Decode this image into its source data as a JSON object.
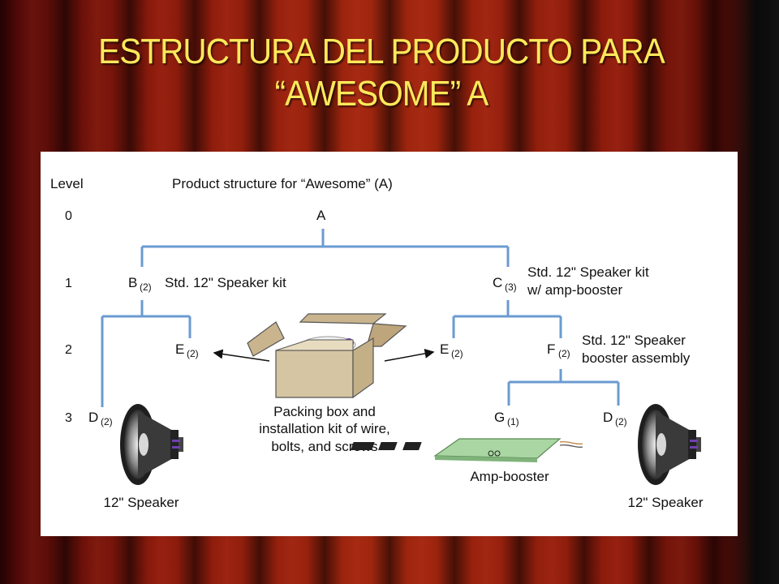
{
  "slide": {
    "title_line1": "ESTRUCTURA DEL PRODUCTO PARA",
    "title_line2": "“AWESOME” A",
    "colors": {
      "title": "#ffe95a",
      "tree_line": "#6b9bd1",
      "background": "#a0260e"
    }
  },
  "diagram": {
    "level_header": "Level",
    "heading": "Product structure for “Awesome” (A)",
    "levels": [
      "0",
      "1",
      "2",
      "3"
    ],
    "root": "A",
    "nodes": {
      "b": {
        "letter": "B",
        "qty": "(2)",
        "desc": "Std. 12\" Speaker kit"
      },
      "c": {
        "letter": "C",
        "qty": "(3)",
        "desc_line1": "Std. 12\" Speaker kit",
        "desc_line2": "w/ amp-booster"
      },
      "e_left": {
        "letter": "E",
        "qty": "(2)"
      },
      "e_right": {
        "letter": "E",
        "qty": "(2)"
      },
      "f": {
        "letter": "F",
        "qty": "(2)",
        "desc_line1": "Std. 12\" Speaker",
        "desc_line2": "booster assembly"
      },
      "d_left": {
        "letter": "D",
        "qty": "(2)"
      },
      "g": {
        "letter": "G",
        "qty": "(1)"
      },
      "d_right": {
        "letter": "D",
        "qty": "(2)"
      }
    },
    "box_caption_line1": "Packing box and",
    "box_caption_line2": "installation kit of wire,",
    "box_caption_line3": "bolts, and screws",
    "amp_caption": "Amp-booster",
    "speaker_caption_left": "12\" Speaker",
    "speaker_caption_right": "12\" Speaker",
    "icons": [
      "speaker-icon",
      "packing-box-icon",
      "circuit-board-icon"
    ]
  }
}
